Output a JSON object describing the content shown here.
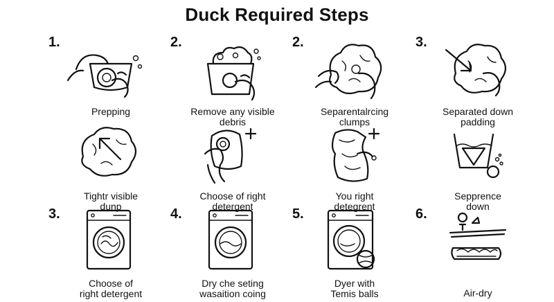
{
  "title": "Duck Required Steps",
  "steps": [
    {
      "number": "1.",
      "label_lines": [
        "Prepping"
      ],
      "icon": "washbowl-hands-icon"
    },
    {
      "number": "2.",
      "label_lines": [
        "Remove any visible",
        "debris"
      ],
      "icon": "wash-basin-icon"
    },
    {
      "number": "2.",
      "label_lines": [
        "Separentalrcing",
        "clumps"
      ],
      "icon": "down-cluster-hands-icon"
    },
    {
      "number": "3.",
      "label_lines": [
        "Separated down",
        "padding"
      ],
      "icon": "down-cluster-arrow-icon"
    },
    {
      "number": "",
      "label_lines": [
        "Tightr visible",
        "dunp"
      ],
      "icon": "down-cluster-arrow-icon"
    },
    {
      "number": "",
      "label_lines": [
        "Choose of right",
        "detergent"
      ],
      "icon": "detergent-hand-icon"
    },
    {
      "number": "",
      "label_lines": [
        "You right",
        "detegrent"
      ],
      "icon": "garment-plus-icon"
    },
    {
      "number": "",
      "label_lines": [
        "Sepprence",
        "down"
      ],
      "icon": "wash-tub-symbol-icon"
    },
    {
      "number": "3.",
      "label_lines": [
        "Choose of",
        "right detergent"
      ],
      "icon": "washing-machine-icon"
    },
    {
      "number": "4.",
      "label_lines": [
        "Dry che seting",
        "wasaition coing"
      ],
      "icon": "washing-machine-icon"
    },
    {
      "number": "5.",
      "label_lines": [
        "Dyer with",
        "Temis balls"
      ],
      "icon": "dryer-tennis-ball-icon"
    },
    {
      "number": "6.",
      "label_lines": [
        "Air-dry"
      ],
      "icon": "air-dry-icon"
    }
  ]
}
